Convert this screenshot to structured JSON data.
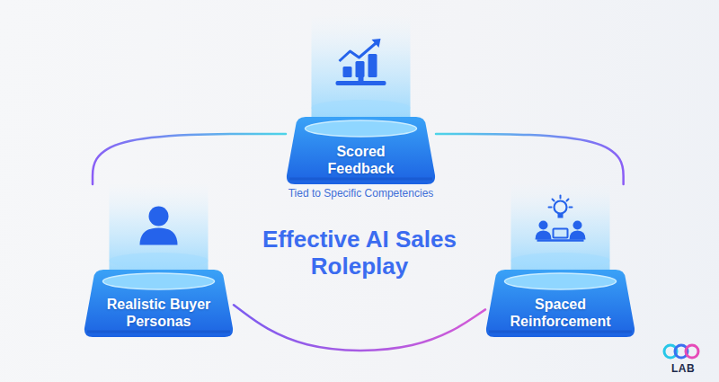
{
  "diagram": {
    "title": "Effective AI Sales Roleplay",
    "nodes": [
      {
        "text": [
          "Scored Feedback",
          "Tied to Specific Competencies"
        ]
      },
      {
        "text": [
          "Realistic Buyer Personas"
        ]
      },
      {
        "text": [
          "Spaced Reinforcement"
        ]
      }
    ],
    "edges": [
      {
        "from": 1,
        "to": 0,
        "arrow": "none"
      },
      {
        "from": 0,
        "to": 2,
        "arrow": "none"
      },
      {
        "from": 1,
        "to": 2,
        "arrow": "none"
      }
    ],
    "labels": [
      "LAB"
    ]
  }
}
